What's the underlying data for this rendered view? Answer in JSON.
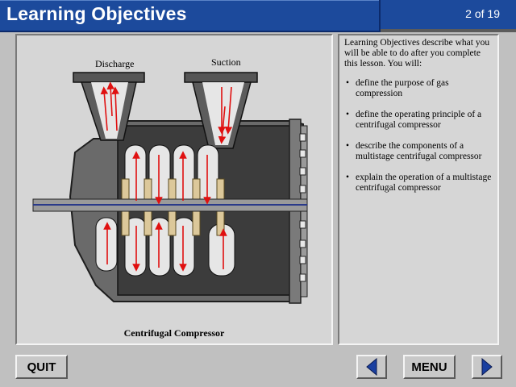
{
  "header": {
    "title": "Learning Objectives",
    "page_counter": "2 of 19"
  },
  "figure": {
    "discharge_label": "Discharge",
    "suction_label": "Suction",
    "caption": "Centrifugal Compressor"
  },
  "objectives": {
    "intro": "Learning Objectives describe what you will be able to do after you complete this lesson.  You will:",
    "items": [
      "define the purpose of gas compression",
      "define the operating principle of a centrifugal compressor",
      "describe the components of a multistage centrifugal compressor",
      "explain the operation of a multistage centrifugal compressor"
    ]
  },
  "nav": {
    "quit_label": "QUIT",
    "menu_label": "MENU",
    "prev_icon": "left-arrow-icon",
    "next_icon": "right-arrow-icon"
  },
  "colors": {
    "title_bar": "#1c4a9c",
    "arrow_blue": "#1a3fa0",
    "flow_arrow": "#e01010"
  }
}
